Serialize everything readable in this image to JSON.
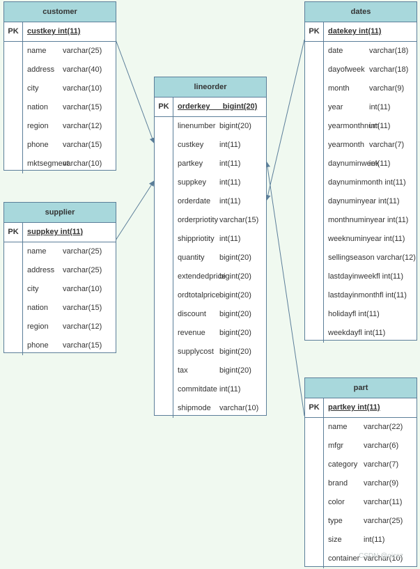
{
  "tables": {
    "customer": {
      "title": "customer",
      "pk_label": "PK",
      "pk_field": "custkey int(11)",
      "fields": [
        {
          "name": "name",
          "type": "varchar(25)"
        },
        {
          "name": "address",
          "type": "varchar(40)"
        },
        {
          "name": "city",
          "type": "varchar(10)"
        },
        {
          "name": "nation",
          "type": "varchar(15)"
        },
        {
          "name": "region",
          "type": "varchar(12)"
        },
        {
          "name": "phone",
          "type": "varchar(15)"
        },
        {
          "name": "mktsegment",
          "type": "varchar(10)"
        }
      ]
    },
    "supplier": {
      "title": "supplier",
      "pk_label": "PK",
      "pk_field": "suppkey int(11)",
      "fields": [
        {
          "name": "name",
          "type": "varchar(25)"
        },
        {
          "name": "address",
          "type": "varchar(25)"
        },
        {
          "name": "city",
          "type": "varchar(10)"
        },
        {
          "name": "nation",
          "type": "varchar(15)"
        },
        {
          "name": "region",
          "type": "varchar(12)"
        },
        {
          "name": "phone",
          "type": "varchar(15)"
        }
      ]
    },
    "lineorder": {
      "title": "lineorder",
      "pk_label": "PK",
      "pk_field": "orderkey      bigint(20)",
      "fields": [
        {
          "name": "linenumber",
          "type": "bigint(20)"
        },
        {
          "name": "custkey",
          "type": "int(11)"
        },
        {
          "name": "partkey",
          "type": "int(11)"
        },
        {
          "name": "suppkey",
          "type": "int(11)"
        },
        {
          "name": "orderdate",
          "type": "int(11)"
        },
        {
          "name": "orderpriotity",
          "type": "varchar(15)"
        },
        {
          "name": "shippriotity",
          "type": "int(11)"
        },
        {
          "name": "quantity",
          "type": "bigint(20)"
        },
        {
          "name": "extendedprice",
          "type": "bigint(20)"
        },
        {
          "name": "ordtotalprice",
          "type": "bigint(20)"
        },
        {
          "name": "discount",
          "type": "bigint(20)"
        },
        {
          "name": "revenue",
          "type": "bigint(20)"
        },
        {
          "name": "supplycost",
          "type": "bigint(20)"
        },
        {
          "name": "tax",
          "type": "bigint(20)"
        },
        {
          "name": "commitdate",
          "type": "int(11)"
        },
        {
          "name": "shipmode",
          "type": "varchar(10)"
        }
      ]
    },
    "dates": {
      "title": "dates",
      "pk_label": "PK",
      "pk_field": "datekey int(11)",
      "fields": [
        {
          "name": "date",
          "type": "varchar(18)"
        },
        {
          "name": "dayofweek",
          "type": "varchar(18)"
        },
        {
          "name": "month",
          "type": "varchar(9)"
        },
        {
          "name": "year",
          "type": "int(11)"
        },
        {
          "name": "yearmonthnum",
          "type": "int(11)"
        },
        {
          "name": "yearmonth",
          "type": "varchar(7)"
        },
        {
          "name": "daynuminweek",
          "type": "int(11)"
        },
        {
          "name": "daynuminmonth int(11)",
          "type": ""
        },
        {
          "name": "daynuminyear int(11)",
          "type": ""
        },
        {
          "name": "monthnuminyear int(11)",
          "type": ""
        },
        {
          "name": "weeknuminyear int(11)",
          "type": ""
        },
        {
          "name": "sellingseason varchar(12)",
          "type": ""
        },
        {
          "name": "lastdayinweekfl int(11)",
          "type": ""
        },
        {
          "name": "lastdayinmonthfl int(11)",
          "type": ""
        },
        {
          "name": "holidayfl int(11)",
          "type": ""
        },
        {
          "name": "weekdayfl int(11)",
          "type": ""
        }
      ]
    },
    "part": {
      "title": "part",
      "pk_label": "PK",
      "pk_field": "partkey int(11)",
      "fields": [
        {
          "name": "name",
          "type": "varchar(22)"
        },
        {
          "name": "mfgr",
          "type": "varchar(6)"
        },
        {
          "name": "category",
          "type": "varchar(7)"
        },
        {
          "name": "brand",
          "type": "varchar(9)"
        },
        {
          "name": "color",
          "type": "varchar(11)"
        },
        {
          "name": "type",
          "type": "varchar(25)"
        },
        {
          "name": "size",
          "type": "int(11)"
        },
        {
          "name": "container",
          "type": "varchar(10)"
        }
      ]
    }
  },
  "watermark": "CSDN @oicsz",
  "colors": {
    "background": "#f0f9f0",
    "header": "#a8d8dc",
    "border": "#5b7e99",
    "line": "#5b7e99"
  }
}
